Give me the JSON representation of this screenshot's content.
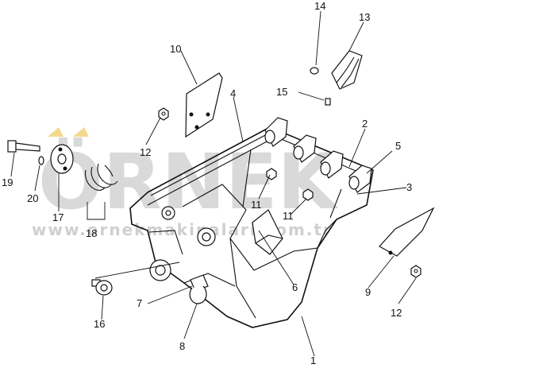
{
  "watermark": {
    "brand": "ÖRNEK",
    "url": "www.ornekmakinalari.com.tr",
    "accent_color": "#f5d890"
  },
  "callouts": [
    {
      "id": "1",
      "label": "1"
    },
    {
      "id": "2",
      "label": "2"
    },
    {
      "id": "3",
      "label": "3"
    },
    {
      "id": "4",
      "label": "4"
    },
    {
      "id": "5",
      "label": "5"
    },
    {
      "id": "6",
      "label": "6"
    },
    {
      "id": "7",
      "label": "7"
    },
    {
      "id": "8",
      "label": "8"
    },
    {
      "id": "9",
      "label": "9"
    },
    {
      "id": "10",
      "label": "10"
    },
    {
      "id": "11a",
      "label": "11"
    },
    {
      "id": "11b",
      "label": "11"
    },
    {
      "id": "12a",
      "label": "12"
    },
    {
      "id": "12b",
      "label": "12"
    },
    {
      "id": "13",
      "label": "13"
    },
    {
      "id": "14",
      "label": "14"
    },
    {
      "id": "15",
      "label": "15"
    },
    {
      "id": "16",
      "label": "16"
    },
    {
      "id": "17",
      "label": "17"
    },
    {
      "id": "18",
      "label": "18"
    },
    {
      "id": "19",
      "label": "19"
    },
    {
      "id": "20",
      "label": "20"
    }
  ]
}
